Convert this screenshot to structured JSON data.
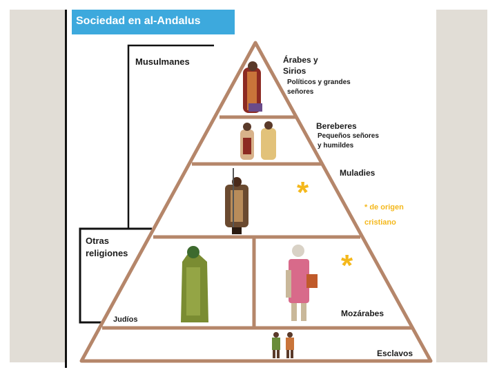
{
  "title": "Sociedad en al-Andalus",
  "groups": {
    "musulmanes": "Musulmanes",
    "otras_religiones_line1": "Otras",
    "otras_religiones_line2": "religiones"
  },
  "tiers": {
    "arabes_line1": "Árabes y",
    "arabes_line2": "Sirios",
    "arabes_desc_line1": "Políticos y grandes",
    "arabes_desc_line2": "señores",
    "bereberes": "Bereberes",
    "bereberes_desc_line1": "Pequeños señores",
    "bereberes_desc_line2": "y humildes",
    "muladies": "Muladies",
    "judios": "Judíos",
    "mozarabes": "Mozárabes",
    "esclavos": "Esclavos"
  },
  "note": {
    "star": "*",
    "line1": "* de origen",
    "line2": "cristiano"
  },
  "colors": {
    "title_bg": "#3da9dd",
    "pyramid": "#b5866a",
    "accent_note": "#f4b81c",
    "side_gray": "#e1ddd6"
  }
}
